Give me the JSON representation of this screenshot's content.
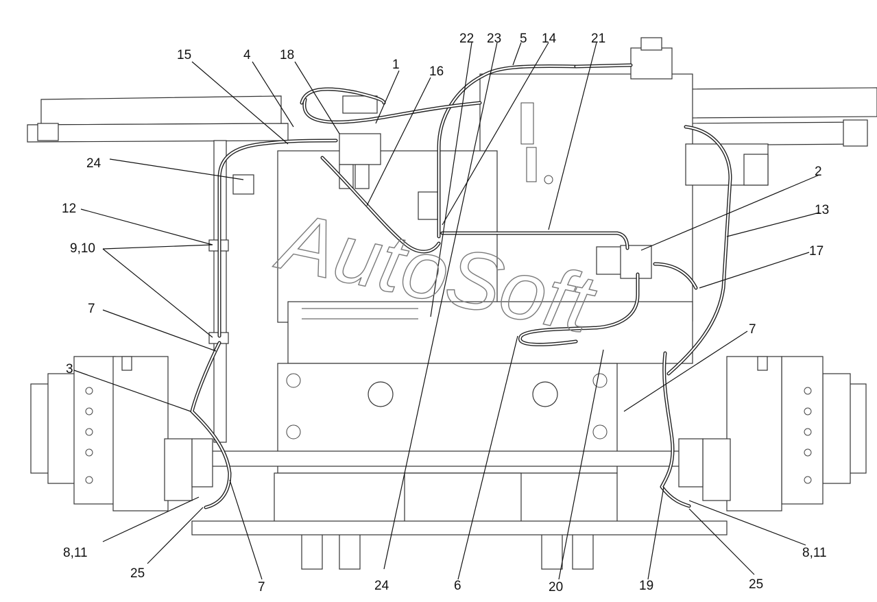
{
  "watermark": "AutoSoft",
  "callouts": [
    {
      "id": "c22",
      "label": "22"
    },
    {
      "id": "c23",
      "label": "23"
    },
    {
      "id": "c5",
      "label": "5"
    },
    {
      "id": "c14",
      "label": "14"
    },
    {
      "id": "c21",
      "label": "21"
    },
    {
      "id": "c15",
      "label": "15"
    },
    {
      "id": "c4",
      "label": "4"
    },
    {
      "id": "c18",
      "label": "18"
    },
    {
      "id": "c1",
      "label": "1"
    },
    {
      "id": "c16",
      "label": "16"
    },
    {
      "id": "c24a",
      "label": "24"
    },
    {
      "id": "c2",
      "label": "2"
    },
    {
      "id": "c12",
      "label": "12"
    },
    {
      "id": "c13",
      "label": "13"
    },
    {
      "id": "c910",
      "label": "9,10"
    },
    {
      "id": "c17",
      "label": "17"
    },
    {
      "id": "c7a",
      "label": "7"
    },
    {
      "id": "c7b",
      "label": "7"
    },
    {
      "id": "c3",
      "label": "3"
    },
    {
      "id": "c811a",
      "label": "8,11"
    },
    {
      "id": "c811b",
      "label": "8,11"
    },
    {
      "id": "c25a",
      "label": "25"
    },
    {
      "id": "c7c",
      "label": "7"
    },
    {
      "id": "c24b",
      "label": "24"
    },
    {
      "id": "c6",
      "label": "6"
    },
    {
      "id": "c20",
      "label": "20"
    },
    {
      "id": "c19",
      "label": "19"
    },
    {
      "id": "c25b",
      "label": "25"
    }
  ]
}
